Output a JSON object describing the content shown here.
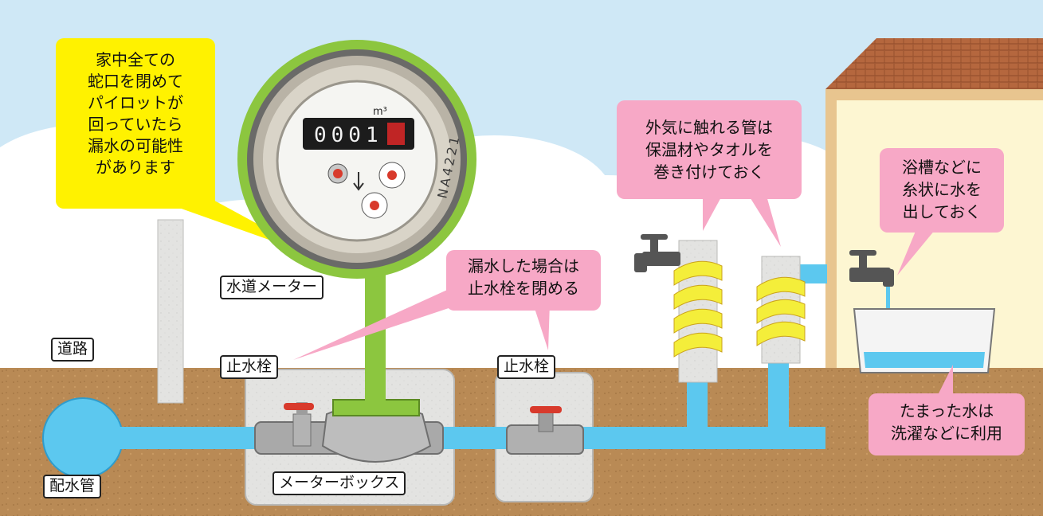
{
  "labels": {
    "road": "道路",
    "main_pipe": "配水管",
    "water_meter": "水道メーター",
    "meter_box": "メーターボックス",
    "stop_valve_1": "止水栓",
    "stop_valve_2": "止水栓"
  },
  "callouts": {
    "pilot": [
      "家中全ての",
      "蛇口を閉めて",
      "パイロットが",
      "回っていたら",
      "漏水の可能性",
      "があります"
    ],
    "leak": [
      "漏水した場合は",
      "止水栓を閉める"
    ],
    "insulate": [
      "外気に触れる管は",
      "保温材やタオルを",
      "巻き付けておく"
    ],
    "trickle": [
      "浴槽などに",
      "糸状に水を",
      "出しておく"
    ],
    "reuse": [
      "たまった水は",
      "洗濯などに利用"
    ]
  },
  "meter": {
    "unit": "m³",
    "reading": "0001",
    "serial": "NA4221"
  },
  "colors": {
    "sky": "#cfe8f6",
    "soil": "#b98a55",
    "pipe": "#5cc8ef",
    "callout_pink": "#f7a8c6",
    "callout_yellow": "#fff200",
    "zoom_ring": "#8cc63f",
    "insulation": "#f4ee3a",
    "valve_handle": "#d83a2c"
  }
}
